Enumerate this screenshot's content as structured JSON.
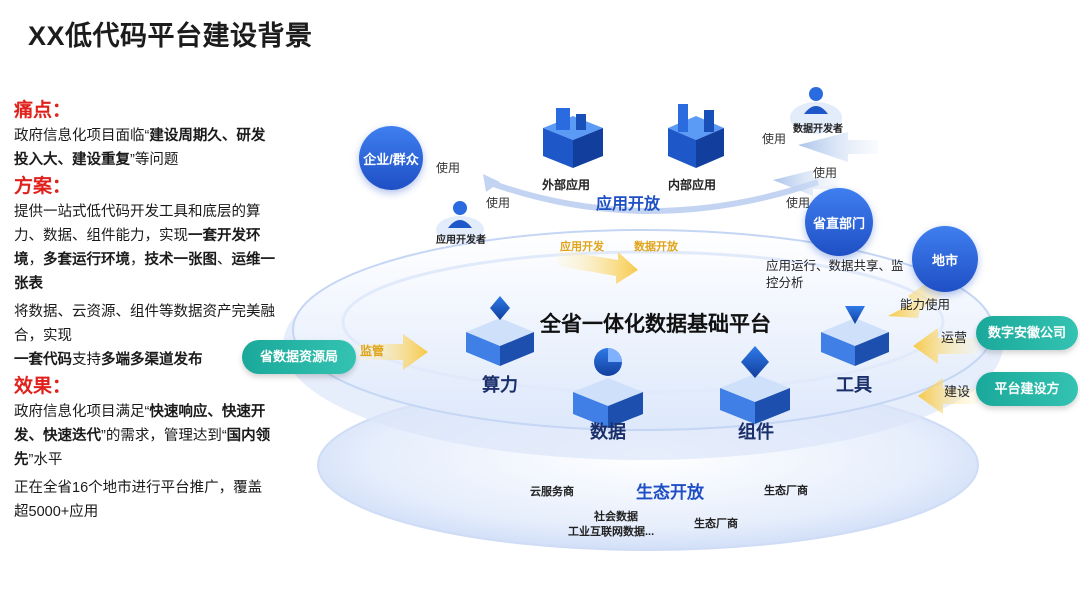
{
  "title": "XX低代码平台建设背景",
  "pain": {
    "heading": "痛点：",
    "text_a": "政府信息化项目面临“",
    "bold_a": "建设周期久、研发投入大、建设重复",
    "text_b": "”等问题"
  },
  "solution": {
    "heading": "方案：",
    "text_a": "提供一站式低代码开发工具和底层的算力、数据、组件能力，实现",
    "bold_a": "一套开发环境",
    "sep_1": "，",
    "bold_b": "多套运行环境",
    "sep_2": "，",
    "bold_c": "技术一张图",
    "sep_3": "、",
    "bold_d": "运维一张表",
    "text_b": "将数据、云资源、组件等数据资产完美融合，实现",
    "bold_e": "一套代码",
    "text_c": "支持",
    "bold_f": "多端多渠道发布"
  },
  "effect": {
    "heading": "效果：",
    "text_a": "政府信息化项目满足“",
    "bold_a": "快速响应、快速开发、快速迭代",
    "text_b": "”的需求，管理达到“",
    "bold_b": "国内领先",
    "text_c": "”水平",
    "text_d": "正在全省16个地市进行平台推广，覆盖超5000+应用"
  },
  "diagram": {
    "app_open": "应用开放",
    "external_app": "外部应用",
    "internal_app": "内部应用",
    "enterprise": "企业/群众",
    "use_1": "使用",
    "use_2": "使用",
    "use_3": "使用",
    "use_4": "使用",
    "use_5": "使用",
    "app_developer": "应用开发者",
    "data_developer": "数据开发者",
    "province_dept": "省直部门",
    "city": "地市",
    "app_run_text": "应用运行、数据共享、监控分析",
    "capability_use": "能力使用",
    "app_dev_tag": "应用开发",
    "data_dev_tag": "数据开放",
    "platform": "全省一体化数据基础平台",
    "compute": "算力",
    "data": "数据",
    "component": "组件",
    "tools": "工具",
    "data_bureau": "省数据资源局",
    "supervise": "监管",
    "operate": "运营",
    "digital_company": "数字安徽公司",
    "build": "建设",
    "builder": "平台建设方",
    "eco_open": "生态开放",
    "cloud_vendor": "云服务商",
    "eco_vendor_1": "生态厂商",
    "eco_vendor_2": "生态厂商",
    "social_data": "社会数据",
    "industrial_data": "工业互联网数据..."
  },
  "colors": {
    "accent_red": "#e0211b",
    "blue": "#1f5ad6",
    "teal": "#1aa89a",
    "light_blue": "#e8f0ff"
  }
}
